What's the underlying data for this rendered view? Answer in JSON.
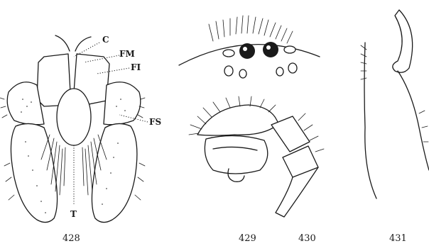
{
  "figures": [
    {
      "number": "428",
      "labels": {
        "c": "C",
        "fm": "FM",
        "fi": "FI",
        "fs": "FS",
        "t": "T"
      }
    },
    {
      "number": "429"
    },
    {
      "number": "430"
    },
    {
      "number": "431"
    }
  ],
  "colors": {
    "ink": "#1a1a1a",
    "paper": "#ffffff"
  }
}
